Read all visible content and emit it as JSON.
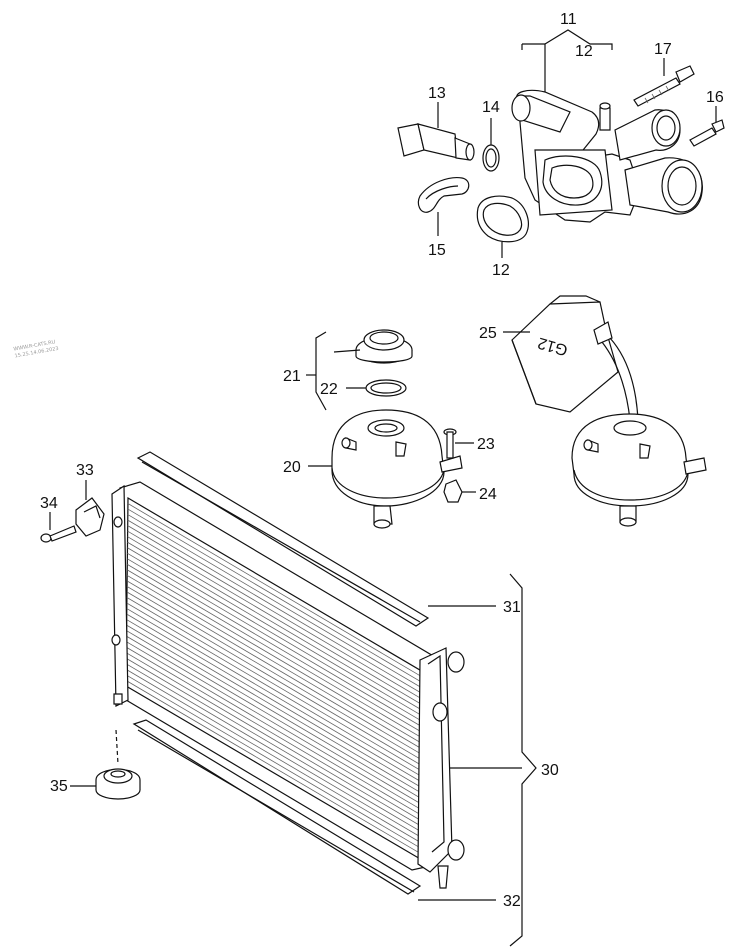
{
  "callouts": {
    "c11": "11",
    "c12_top": "12",
    "c17": "17",
    "c13": "13",
    "c14": "14",
    "c16": "16",
    "c15": "15",
    "c12_bottom": "12",
    "c25": "25",
    "c21": "21",
    "c22": "22",
    "c23": "23",
    "c20": "20",
    "c24": "24",
    "c33": "33",
    "c34": "34",
    "c31": "31",
    "c30": "30",
    "c35": "35",
    "c32": "32"
  },
  "reservoir_marking": "G12",
  "watermark": {
    "line1": "WWW.R-CATS.RU",
    "line2": "15.25.14.06.2023"
  }
}
